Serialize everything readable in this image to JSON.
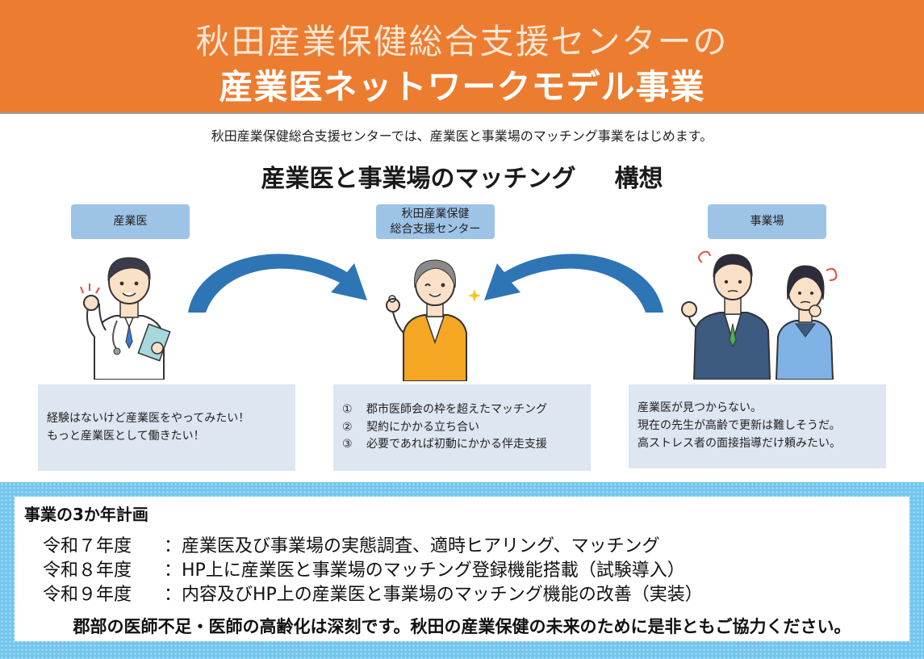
{
  "header": {
    "line1": "秋田産業保健総合支援センターの",
    "line2": "産業医ネットワークモデル事業"
  },
  "intro": "秋田産業保健総合支援センターでは、産業医と事業場のマッチング事業をはじめます。",
  "concept": {
    "title": "産業医と事業場のマッチング",
    "suffix": "構想"
  },
  "parties": {
    "doctor": {
      "label": "産業医",
      "lines": [
        "経験はないけど産業医をやってみたい！",
        "もっと産業医として働きたい！"
      ]
    },
    "center": {
      "label_line1": "秋田産業保健",
      "label_line2": "総合支援センター",
      "items": [
        {
          "num": "①",
          "text": "郡市医師会の枠を超えたマッチング"
        },
        {
          "num": "②",
          "text": "契約にかかる立ち合い"
        },
        {
          "num": "③",
          "text": "必要であれば初動にかかる伴走支援"
        }
      ]
    },
    "workplace": {
      "label": "事業場",
      "lines": [
        "産業医が見つからない。",
        "現在の先生が高齢で更新は難しそうだ。",
        "高ストレス者の面接指導だけ頼みたい。"
      ]
    }
  },
  "plan": {
    "title": "事業の3か年計画",
    "rows": [
      {
        "year": "令和７年度",
        "text": "：産業医及び事業場の実態調査、適時ヒアリング、マッチング"
      },
      {
        "year": "令和８年度",
        "text": "：HP上に産業医と事業場のマッチング登録機能搭載（試験導入）"
      },
      {
        "year": "令和９年度",
        "text": "：内容及びHP上の産業医と事業場のマッチング機能の改善（実装）"
      }
    ],
    "footer": "郡部の医師不足・医師の高齢化は深刻です。秋田の産業保健の未来のために是非ともご協力ください。"
  },
  "colors": {
    "header_bg": "#ec7c30",
    "label_bg": "#9dc3e6",
    "desc_bg": "#dde6f1",
    "plan_bg": "#73c6ee",
    "arrow": "#2e75b6"
  },
  "icons": [
    "doctor-illustration",
    "center-staff-illustration",
    "workplace-staff-illustration",
    "curved-arrow"
  ]
}
